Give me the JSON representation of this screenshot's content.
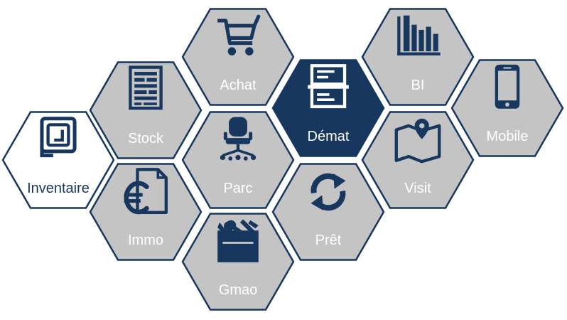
{
  "colors": {
    "tile_fill": "#c4c4c4",
    "tile_border": "#17375e",
    "icon": "#17375e",
    "label": "#ffffff",
    "highlight_fill": "#17375e",
    "inverse_fill": "#ffffff",
    "inverse_label": "#17375e"
  },
  "modules": [
    {
      "id": "inventaire",
      "label": "Inventaire",
      "icon": "inventory-chip-icon",
      "style": "inverse"
    },
    {
      "id": "stock",
      "label": "Stock",
      "icon": "shelves-icon",
      "style": "normal"
    },
    {
      "id": "achat",
      "label": "Achat",
      "icon": "shopping-cart-icon",
      "style": "normal"
    },
    {
      "id": "parc",
      "label": "Parc",
      "icon": "office-chair-icon",
      "style": "normal"
    },
    {
      "id": "immo",
      "label": "Immo",
      "icon": "euro-document-icon",
      "style": "normal"
    },
    {
      "id": "gmao",
      "label": "Gmao",
      "icon": "toolbox-icon",
      "style": "normal"
    },
    {
      "id": "demat",
      "label": "Démat",
      "icon": "scanner-icon",
      "style": "highlight"
    },
    {
      "id": "pret",
      "label": "Prêt",
      "icon": "refresh-arrows-icon",
      "style": "normal"
    },
    {
      "id": "bi",
      "label": "BI",
      "icon": "bar-chart-icon",
      "style": "normal"
    },
    {
      "id": "visit",
      "label": "Visit",
      "icon": "map-pin-icon",
      "style": "normal"
    },
    {
      "id": "mobile",
      "label": "Mobile",
      "icon": "smartphone-icon",
      "style": "normal"
    }
  ]
}
